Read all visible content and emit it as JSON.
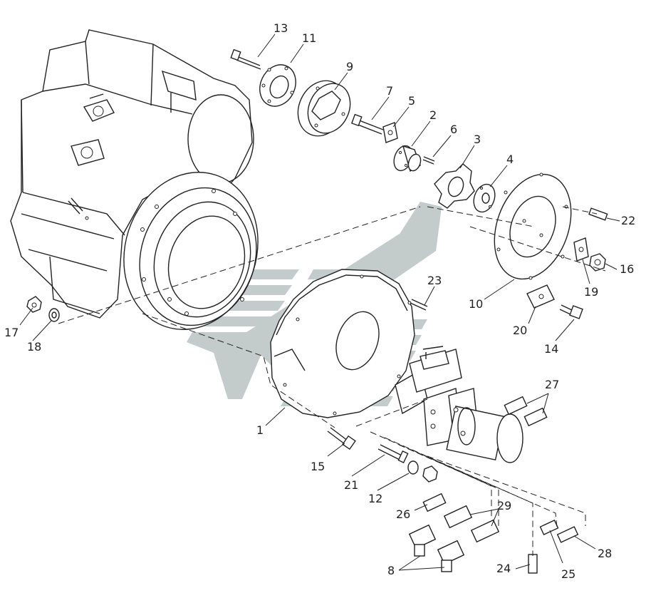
{
  "colors": {
    "line": "#222222",
    "watermark": "#b9c2c3",
    "background": "#ffffff"
  },
  "callouts": [
    {
      "id": "c1",
      "label": "1"
    },
    {
      "id": "c2",
      "label": "2"
    },
    {
      "id": "c3",
      "label": "3"
    },
    {
      "id": "c4",
      "label": "4"
    },
    {
      "id": "c5",
      "label": "5"
    },
    {
      "id": "c6",
      "label": "6"
    },
    {
      "id": "c7",
      "label": "7"
    },
    {
      "id": "c8",
      "label": "8"
    },
    {
      "id": "c9",
      "label": "9"
    },
    {
      "id": "c10",
      "label": "10"
    },
    {
      "id": "c11",
      "label": "11"
    },
    {
      "id": "c12",
      "label": "12"
    },
    {
      "id": "c13",
      "label": "13"
    },
    {
      "id": "c14",
      "label": "14"
    },
    {
      "id": "c15",
      "label": "15"
    },
    {
      "id": "c16",
      "label": "16"
    },
    {
      "id": "c17",
      "label": "17"
    },
    {
      "id": "c18",
      "label": "18"
    },
    {
      "id": "c19",
      "label": "19"
    },
    {
      "id": "c20",
      "label": "20"
    },
    {
      "id": "c21",
      "label": "21"
    },
    {
      "id": "c22",
      "label": "22"
    },
    {
      "id": "c23",
      "label": "23"
    },
    {
      "id": "c24",
      "label": "24"
    },
    {
      "id": "c25",
      "label": "25"
    },
    {
      "id": "c26",
      "label": "26"
    },
    {
      "id": "c27",
      "label": "27"
    },
    {
      "id": "c28",
      "label": "28"
    },
    {
      "id": "c29",
      "label": "29"
    }
  ]
}
